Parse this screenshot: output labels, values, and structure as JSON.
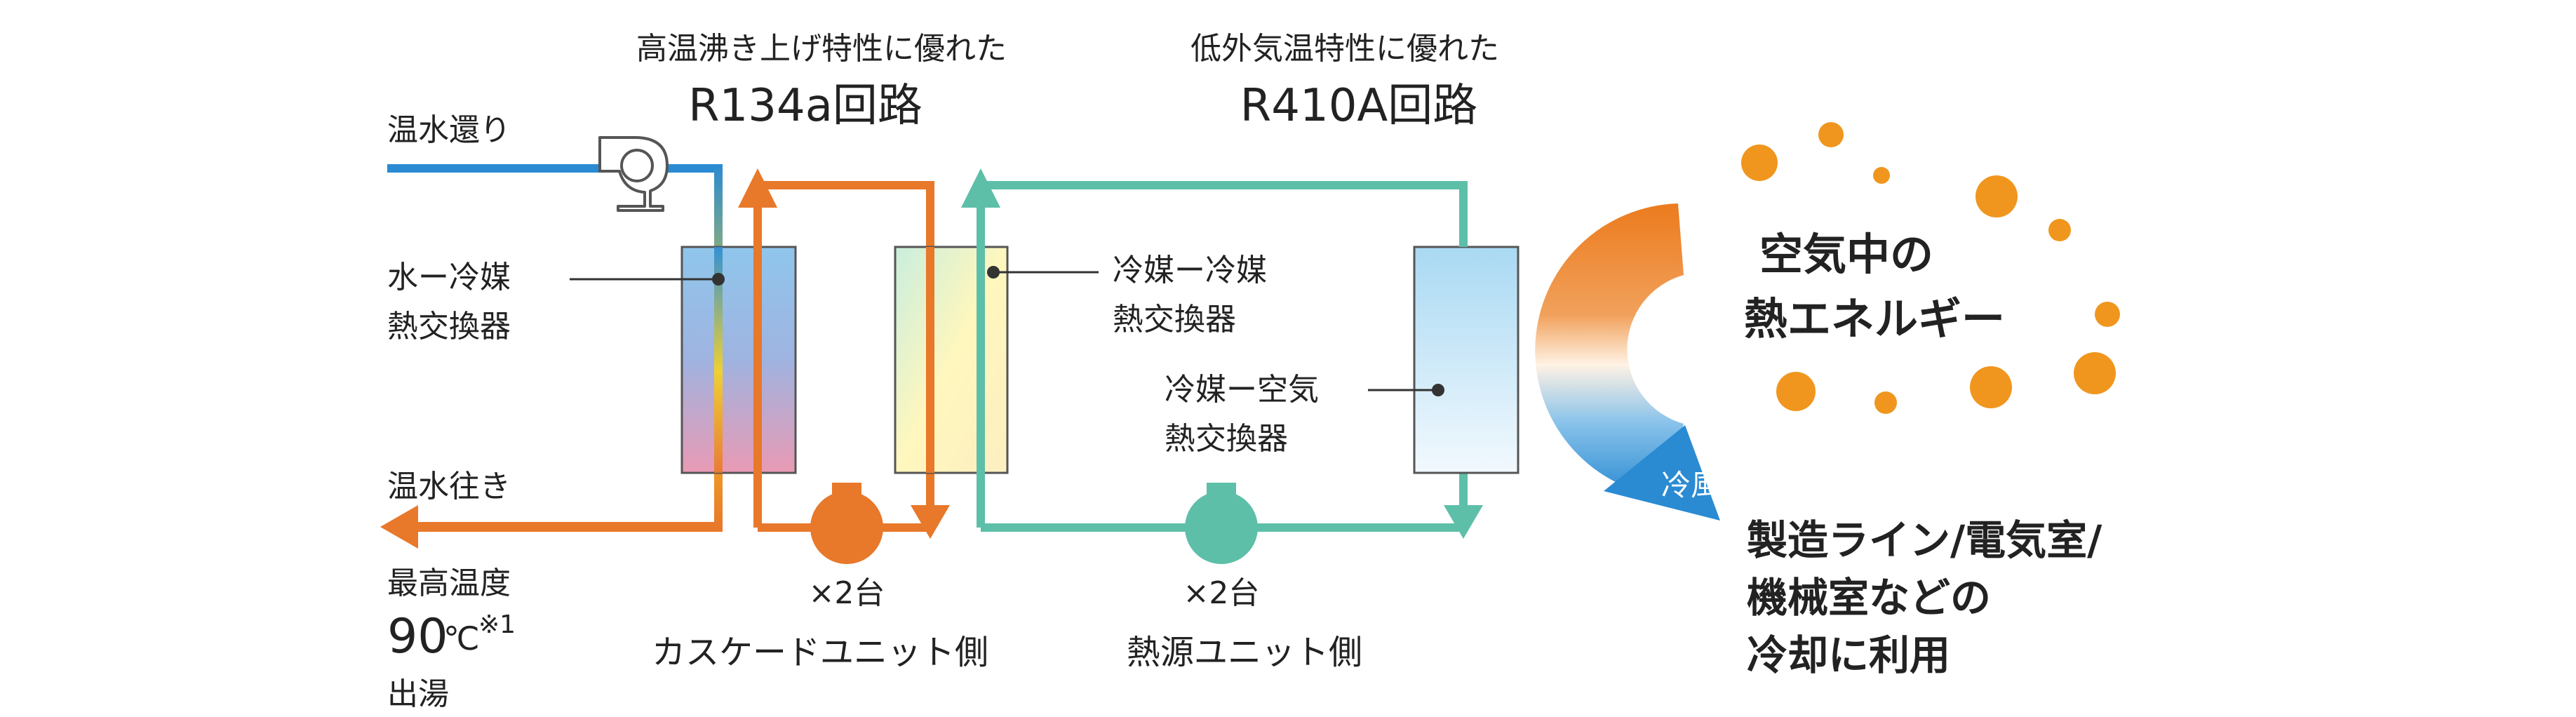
{
  "circuits": {
    "left_subtitle": "高温沸き上げ特性に優れた",
    "left_title": "R134a回路",
    "right_subtitle": "低外気温特性に優れた",
    "right_title": "R410A回路"
  },
  "water": {
    "return_label": "温水還り",
    "supply_label": "温水往き",
    "max_temp_label": "最高温度",
    "max_temp_value": "90",
    "max_temp_unit": "℃",
    "max_temp_note": "※1",
    "outlet_label": "出湯"
  },
  "exchangers": {
    "water_refrigerant_line1": "水ー冷媒",
    "water_refrigerant_line2": "熱交換器",
    "ref_ref_line1": "冷媒ー冷媒",
    "ref_ref_line2": "熱交換器",
    "ref_air_line1": "冷媒ー空気",
    "ref_air_line2": "熱交換器"
  },
  "units": {
    "cascade_count": "×2台",
    "cascade_label": "カスケードユニット側",
    "heat_source_count": "×2台",
    "heat_source_label": "熱源ユニット側"
  },
  "air": {
    "energy_line1": "空気中の",
    "energy_line2": "熱エネルギー",
    "cold_air_label": "冷風",
    "usage_line1": "製造ライン/電気室/",
    "usage_line2": "機械室などの",
    "usage_line3": "冷却に利用"
  },
  "colors": {
    "orange": "#E8782A",
    "teal": "#5EBFA8",
    "blue": "#2A8BD2",
    "dot_orange": "#F0961E"
  }
}
